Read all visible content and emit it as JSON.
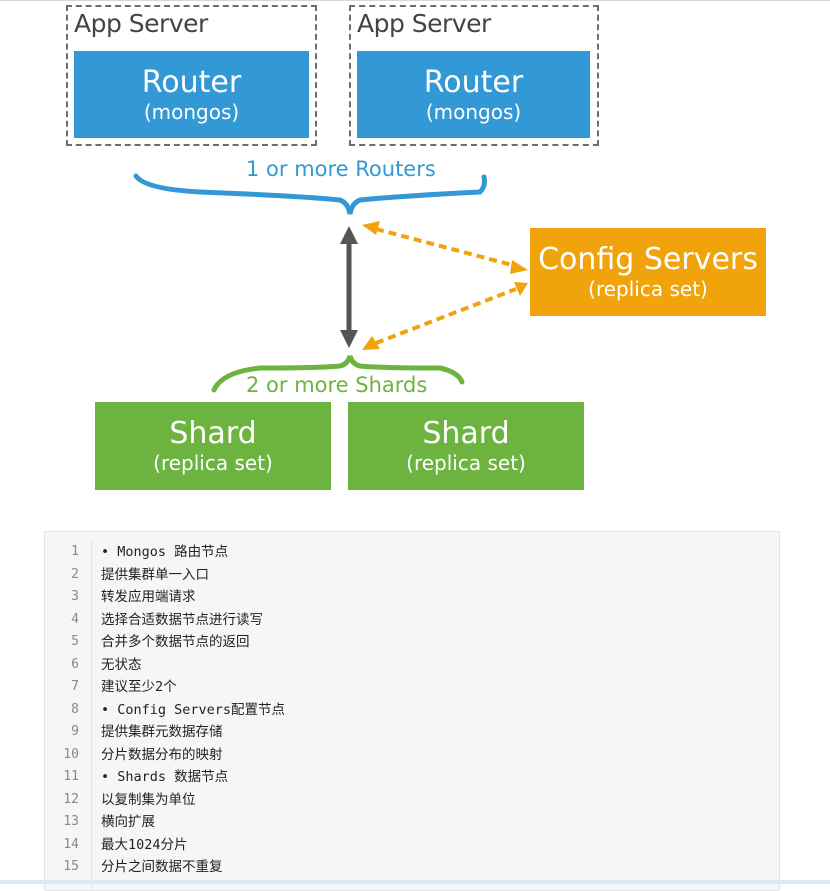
{
  "diagram": {
    "app_servers": [
      {
        "label": "App Server",
        "router": {
          "title": "Router",
          "subtitle": "(mongos)"
        }
      },
      {
        "label": "App Server",
        "router": {
          "title": "Router",
          "subtitle": "(mongos)"
        }
      }
    ],
    "routers_brace_label": "1 or more Routers",
    "config": {
      "title": "Config Servers",
      "subtitle": "(replica set)"
    },
    "shards_brace_label": "2 or more Shards",
    "shards": [
      {
        "title": "Shard",
        "subtitle": "(replica set)"
      },
      {
        "title": "Shard",
        "subtitle": "(replica set)"
      }
    ],
    "colors": {
      "router": "#3399d6",
      "shard": "#6db33f",
      "config": "#f0a30a",
      "arrow": "#555555",
      "dashed_arrow": "#f0a30a"
    }
  },
  "code_block": {
    "lines": [
      {
        "num": "1",
        "text": "• Mongos 路由节点"
      },
      {
        "num": "2",
        "text": "提供集群单一入口"
      },
      {
        "num": "3",
        "text": "转发应用端请求"
      },
      {
        "num": "4",
        "text": "选择合适数据节点进行读写"
      },
      {
        "num": "5",
        "text": "合并多个数据节点的返回"
      },
      {
        "num": "6",
        "text": "无状态"
      },
      {
        "num": "7",
        "text": "建议至少2个"
      },
      {
        "num": "8",
        "text": "• Config Servers配置节点"
      },
      {
        "num": "9",
        "text": "提供集群元数据存储"
      },
      {
        "num": "10",
        "text": "分片数据分布的映射"
      },
      {
        "num": "11",
        "text": "• Shards 数据节点"
      },
      {
        "num": "12",
        "text": "以复制集为单位"
      },
      {
        "num": "13",
        "text": "横向扩展"
      },
      {
        "num": "14",
        "text": "最大1024分片"
      },
      {
        "num": "15",
        "text": "分片之间数据不重复"
      }
    ]
  }
}
